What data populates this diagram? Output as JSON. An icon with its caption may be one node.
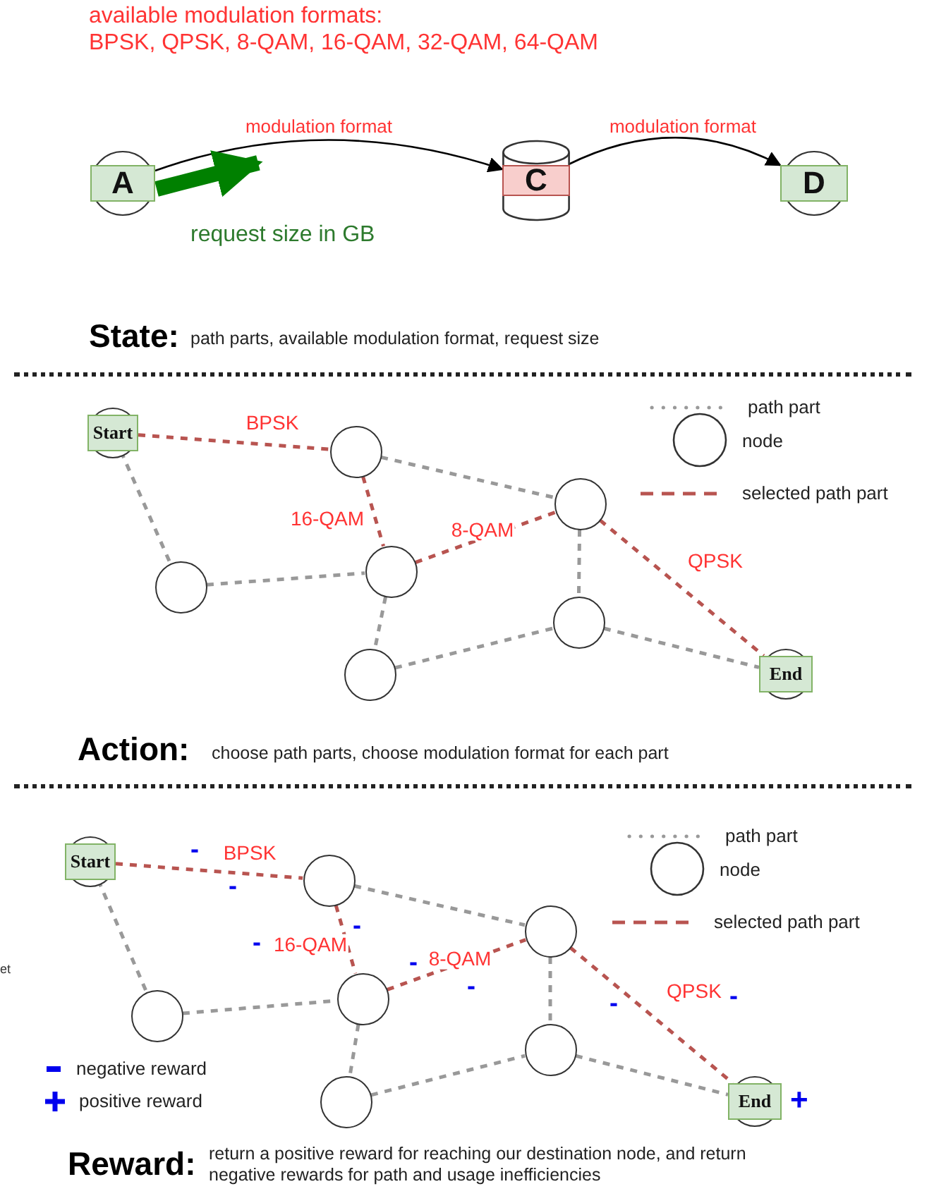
{
  "diagram": {
    "nodes": [
      {
        "text": [
          "A"
        ]
      },
      {
        "text": [
          "C"
        ]
      },
      {
        "text": [
          "D"
        ]
      },
      {
        "text": [
          "Start"
        ]
      },
      {
        "text": [],
        "shape": "circle"
      },
      {
        "text": [],
        "shape": "circle"
      },
      {
        "text": [],
        "shape": "circle"
      },
      {
        "text": [],
        "shape": "circle"
      },
      {
        "text": [],
        "shape": "circle"
      },
      {
        "text": [],
        "shape": "circle"
      },
      {
        "text": [
          "End"
        ]
      },
      {
        "text": [
          "Start"
        ]
      },
      {
        "text": [],
        "shape": "circle"
      },
      {
        "text": [],
        "shape": "circle"
      },
      {
        "text": [],
        "shape": "circle"
      },
      {
        "text": [],
        "shape": "circle"
      },
      {
        "text": [],
        "shape": "circle"
      },
      {
        "text": [],
        "shape": "circle"
      },
      {
        "text": [
          "End"
        ],
        "beside": [
          "+"
        ]
      }
    ],
    "edges": [
      {
        "from": 0,
        "to": 1,
        "arrow": "to",
        "label": "modulation format",
        "color": "#000000"
      },
      {
        "from": 1,
        "to": 2,
        "arrow": "to",
        "label": "modulation format",
        "color": "#000000"
      },
      {
        "from": 0,
        "to": null,
        "arrow": "to",
        "style": "thick",
        "color": "#008000"
      },
      {
        "from": 3,
        "to": 4,
        "arrow": "none",
        "label": "BPSK",
        "style": "dashed",
        "color": "#b85450"
      },
      {
        "from": 4,
        "to": 7,
        "arrow": "none",
        "label": "16-QAM",
        "style": "dashed",
        "color": "#b85450"
      },
      {
        "from": 7,
        "to": 5,
        "arrow": "none",
        "label": "8-QAM",
        "style": "dashed",
        "color": "#b85450"
      },
      {
        "from": 5,
        "to": 10,
        "arrow": "none",
        "label": "QPSK",
        "style": "dashed",
        "color": "#b85450"
      },
      {
        "from": 3,
        "to": 6,
        "arrow": "none",
        "style": "dashed",
        "color": "#999999"
      },
      {
        "from": 6,
        "to": 7,
        "arrow": "none",
        "style": "dashed",
        "color": "#999999"
      },
      {
        "from": 4,
        "to": 5,
        "arrow": "none",
        "style": "dashed",
        "color": "#999999"
      },
      {
        "from": 7,
        "to": 8,
        "arrow": "none",
        "style": "dashed",
        "color": "#999999"
      },
      {
        "from": 5,
        "to": 9,
        "arrow": "none",
        "style": "dashed",
        "color": "#999999"
      },
      {
        "from": 8,
        "to": 9,
        "arrow": "none",
        "style": "dashed",
        "color": "#999999"
      },
      {
        "from": 9,
        "to": 10,
        "arrow": "none",
        "style": "dashed",
        "color": "#999999"
      },
      {
        "from": 11,
        "to": 12,
        "arrow": "none",
        "label": "BPSK",
        "style": "dashed",
        "color": "#b85450"
      },
      {
        "from": 12,
        "to": 15,
        "arrow": "none",
        "label": "16-QAM",
        "style": "dashed",
        "color": "#b85450"
      },
      {
        "from": 15,
        "to": 13,
        "arrow": "none",
        "label": "8-QAM",
        "style": "dashed",
        "color": "#b85450"
      },
      {
        "from": 13,
        "to": 18,
        "arrow": "none",
        "label": "QPSK",
        "style": "dashed",
        "color": "#b85450"
      },
      {
        "from": 11,
        "to": 14,
        "arrow": "none",
        "style": "dashed",
        "color": "#999999"
      },
      {
        "from": 14,
        "to": 15,
        "arrow": "none",
        "style": "dashed",
        "color": "#999999"
      },
      {
        "from": 12,
        "to": 13,
        "arrow": "none",
        "style": "dashed",
        "color": "#999999"
      },
      {
        "from": 15,
        "to": 16,
        "arrow": "none",
        "style": "dashed",
        "color": "#999999"
      },
      {
        "from": 13,
        "to": 17,
        "arrow": "none",
        "style": "dashed",
        "color": "#999999"
      },
      {
        "from": 16,
        "to": 17,
        "arrow": "none",
        "style": "dashed",
        "color": "#999999"
      },
      {
        "from": 17,
        "to": 18,
        "arrow": "none",
        "style": "dashed",
        "color": "#999999"
      }
    ],
    "labels": [
      "available modulation formats:",
      "BPSK, QPSK, 8-QAM, 16-QAM, 32-QAM, 64-QAM",
      "request size in GB",
      "State:",
      "path parts, available modulation format, request size",
      "Action:",
      "choose path parts, choose modulation format for each part",
      "et",
      "-",
      "-",
      "-",
      "-",
      "-",
      "-",
      "-",
      "-",
      "Reward:",
      "return a positive reward for reaching our destination node, and return negative rewards for path and usage inefficiencies"
    ],
    "legend": [
      {
        "text": "path part"
      },
      {
        "text": "node"
      },
      {
        "text": "selected path part"
      },
      {
        "text": "path part"
      },
      {
        "text": "node"
      },
      {
        "text": "selected path part"
      },
      {
        "text": "negative reward"
      },
      {
        "text": "positive reward"
      }
    ]
  }
}
